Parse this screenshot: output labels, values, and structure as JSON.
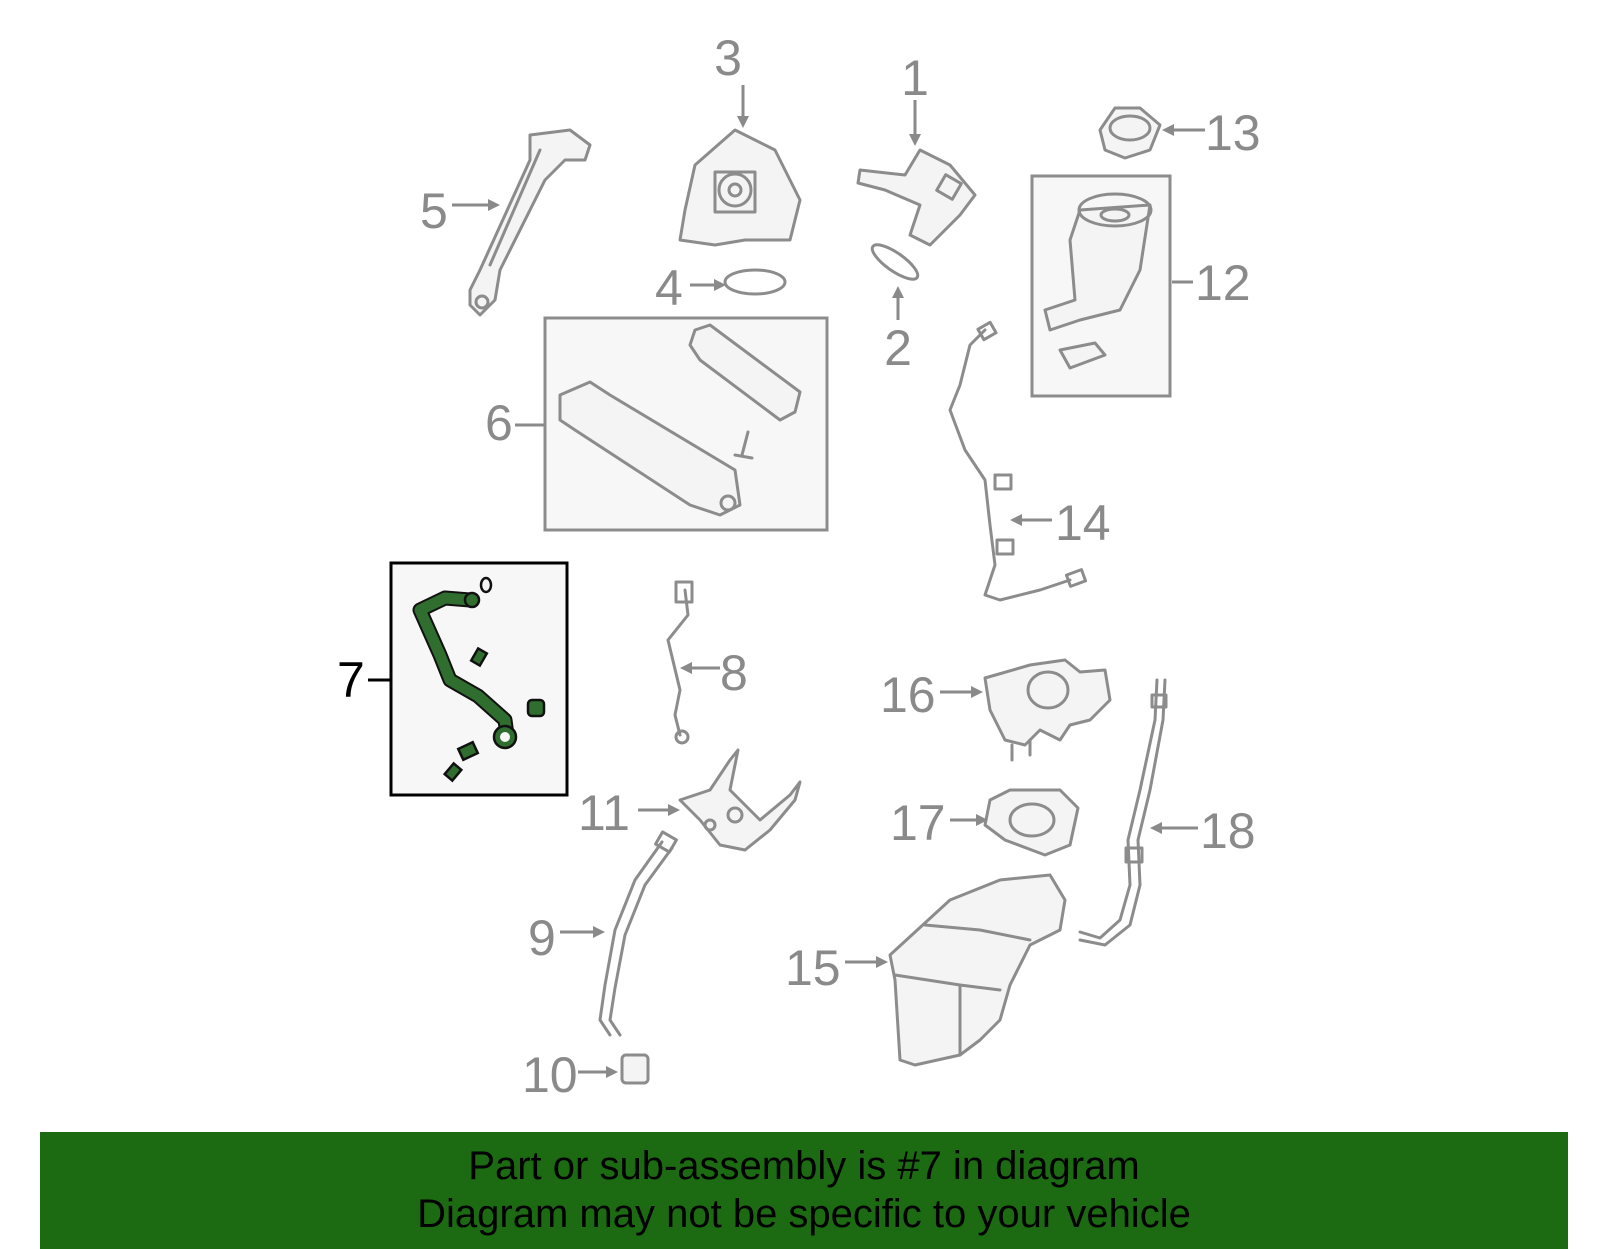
{
  "diagram": {
    "labels": {
      "p1": "1",
      "p2": "2",
      "p3": "3",
      "p4": "4",
      "p5": "5",
      "p6": "6",
      "p7": "7",
      "p8": "8",
      "p9": "9",
      "p10": "10",
      "p11": "11",
      "p12": "12",
      "p13": "13",
      "p14": "14",
      "p15": "15",
      "p16": "16",
      "p17": "17",
      "p18": "18"
    },
    "selected_part": "7",
    "colors": {
      "highlight": "#2f6e2f",
      "banner": "#1c6b12",
      "outline": "#8c8c8c"
    }
  },
  "banner": {
    "line1": "Part or sub-assembly is #7 in diagram",
    "line2": "Diagram may not be specific to your vehicle"
  }
}
